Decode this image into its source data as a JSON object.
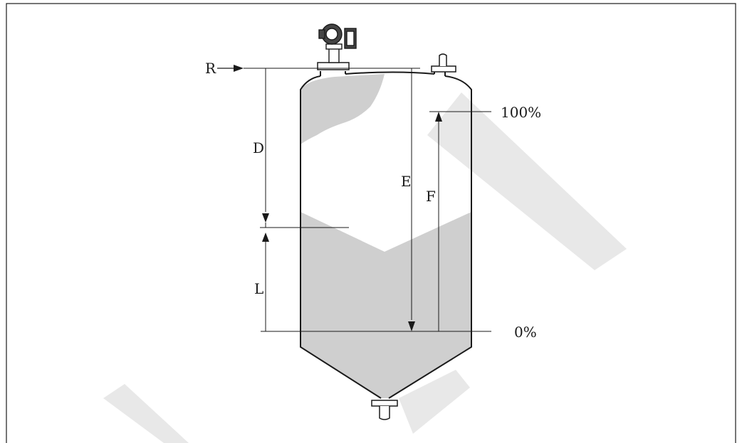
{
  "labels": {
    "reference": "R",
    "distance": "D",
    "level": "L",
    "empty_calibration": "E",
    "full_span": "F",
    "full_percent": "100%",
    "empty_percent": "0%"
  },
  "colors": {
    "product": "#cfcfcf",
    "outline": "#1a1a1a",
    "watermark": "#e8e8e8"
  }
}
